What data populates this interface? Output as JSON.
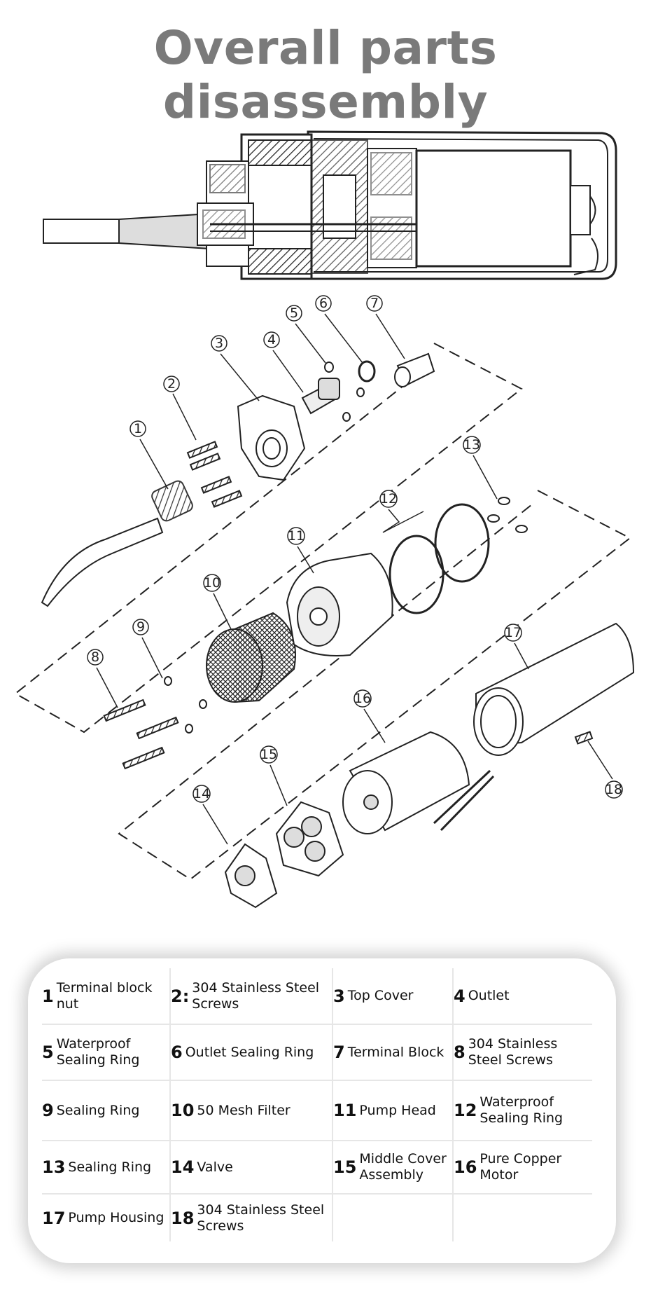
{
  "header": {
    "title": "Overall parts disassembly"
  },
  "callouts": [
    "1",
    "2",
    "3",
    "4",
    "5",
    "6",
    "7",
    "8",
    "9",
    "10",
    "11",
    "12",
    "13",
    "14",
    "15",
    "16",
    "17",
    "18"
  ],
  "parts_table": {
    "rows": [
      [
        {
          "num": "1",
          "label": "Terminal block nut"
        },
        {
          "num": "2:",
          "label": "304 Stainless Steel Screws"
        },
        {
          "num": "3",
          "label": "Top Cover"
        },
        {
          "num": "4",
          "label": "Outlet"
        }
      ],
      [
        {
          "num": "5",
          "label": "Waterproof Sealing Ring"
        },
        {
          "num": "6",
          "label": "Outlet Sealing Ring"
        },
        {
          "num": "7",
          "label": "Terminal Block"
        },
        {
          "num": "8",
          "label": "304 Stainless Steel Screws"
        }
      ],
      [
        {
          "num": "9",
          "label": "Sealing Ring"
        },
        {
          "num": "10",
          "label": "50 Mesh Filter"
        },
        {
          "num": "11",
          "label": "Pump Head"
        },
        {
          "num": "12",
          "label": "Waterproof Sealing Ring"
        }
      ],
      [
        {
          "num": "13",
          "label": "Sealing Ring"
        },
        {
          "num": "14",
          "label": "Valve"
        },
        {
          "num": "15",
          "label": "Middle Cover Assembly"
        },
        {
          "num": "16",
          "label": "Pure Copper Motor"
        }
      ],
      [
        {
          "num": "17",
          "label": "Pump Housing"
        },
        {
          "num": "18",
          "label": "304 Stainless Steel Screws"
        },
        {
          "num": "",
          "label": ""
        },
        {
          "num": "",
          "label": ""
        }
      ]
    ]
  }
}
